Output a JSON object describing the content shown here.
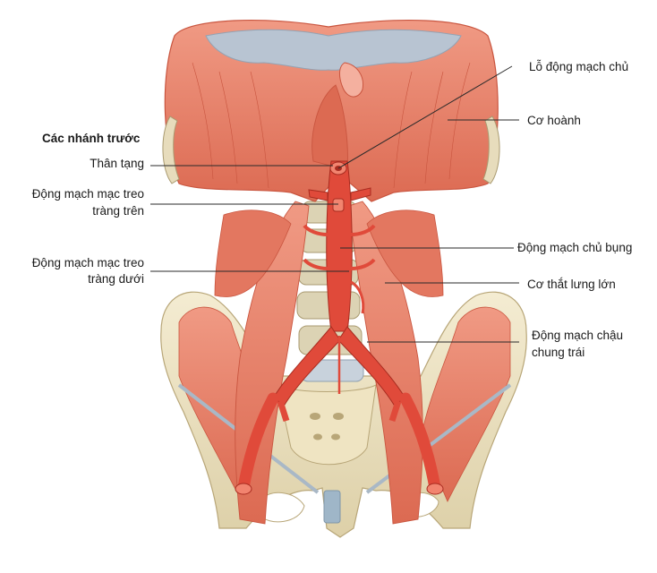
{
  "diagram": {
    "colors": {
      "muscle": "#e8806a",
      "muscle_dark": "#c9553f",
      "tendon": "#b8c4d2",
      "bone": "#eee4c4",
      "bone_shade": "#d3c49a",
      "artery": "#e04a3a",
      "artery_light": "#f2846f",
      "leader": "#2a2a2a"
    },
    "heading": "Các nhánh trước",
    "labels": {
      "aortic_hiatus": "Lỗ động mạch chủ",
      "diaphragm": "Cơ hoành",
      "celiac_trunk": "Thân tạng",
      "sma_line1": "Động mạch mạc treo",
      "sma_line2": "tràng trên",
      "abdominal_aorta": "Động mạch chủ bụng",
      "ima_line1": "Động mạch mạc treo",
      "ima_line2": "tràng dưới",
      "psoas_major": "Cơ thắt lưng lớn",
      "common_iliac_line1": "Động mạch chậu",
      "common_iliac_line2": "chung trái"
    }
  }
}
